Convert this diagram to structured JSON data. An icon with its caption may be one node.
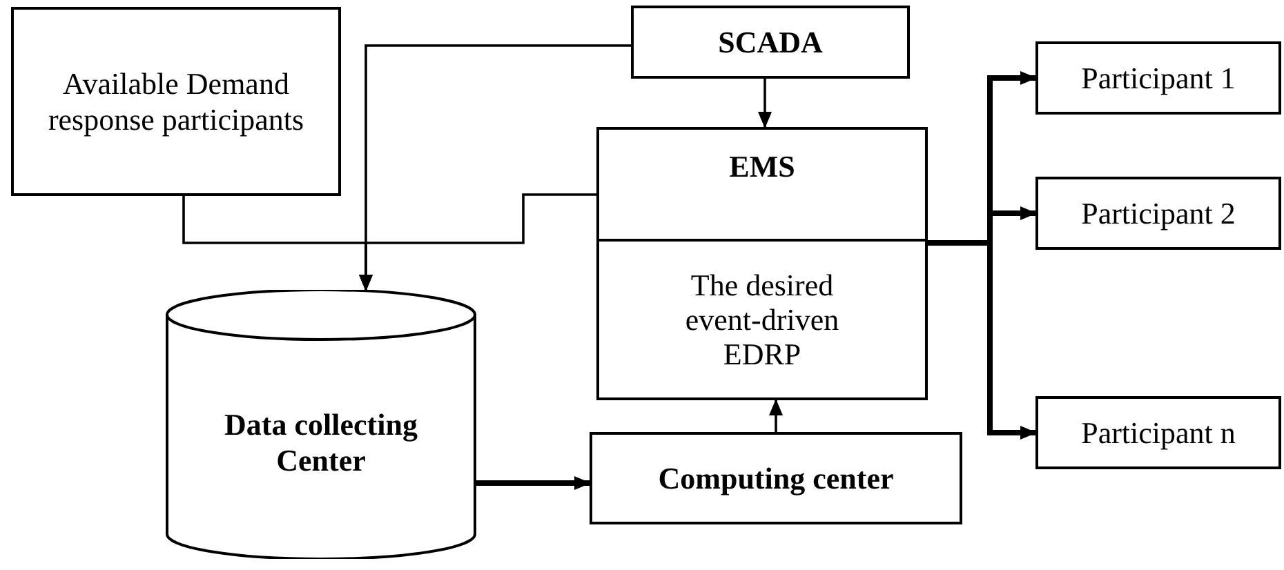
{
  "diagram": {
    "nodes": [
      {
        "text": [
          "Available Demand response participants"
        ]
      },
      {
        "text": [
          "SCADA"
        ]
      },
      {
        "text": [
          "EMS",
          "The desired event-driven EDRP"
        ]
      },
      {
        "text": [
          "Data collecting Center"
        ]
      },
      {
        "text": [
          "Computing center"
        ]
      },
      {
        "text": [
          "Participant 1"
        ]
      },
      {
        "text": [
          "Participant 2"
        ]
      },
      {
        "text": [
          "Participant n"
        ]
      }
    ],
    "edges": [
      {
        "from": 0,
        "to": 3,
        "arrow": "to"
      },
      {
        "from": 1,
        "to": 3,
        "arrow": "to"
      },
      {
        "from": 2,
        "to": 3,
        "arrow": "to"
      },
      {
        "from": 1,
        "to": 2,
        "arrow": "to"
      },
      {
        "from": 3,
        "to": 4,
        "arrow": "to",
        "style": "thick"
      },
      {
        "from": 4,
        "to": 2,
        "arrow": "to"
      },
      {
        "from": 2,
        "to": 5,
        "arrow": "to",
        "style": "thick"
      },
      {
        "from": 2,
        "to": 6,
        "arrow": "to",
        "style": "thick"
      },
      {
        "from": 2,
        "to": 7,
        "arrow": "to",
        "style": "thick"
      }
    ]
  }
}
